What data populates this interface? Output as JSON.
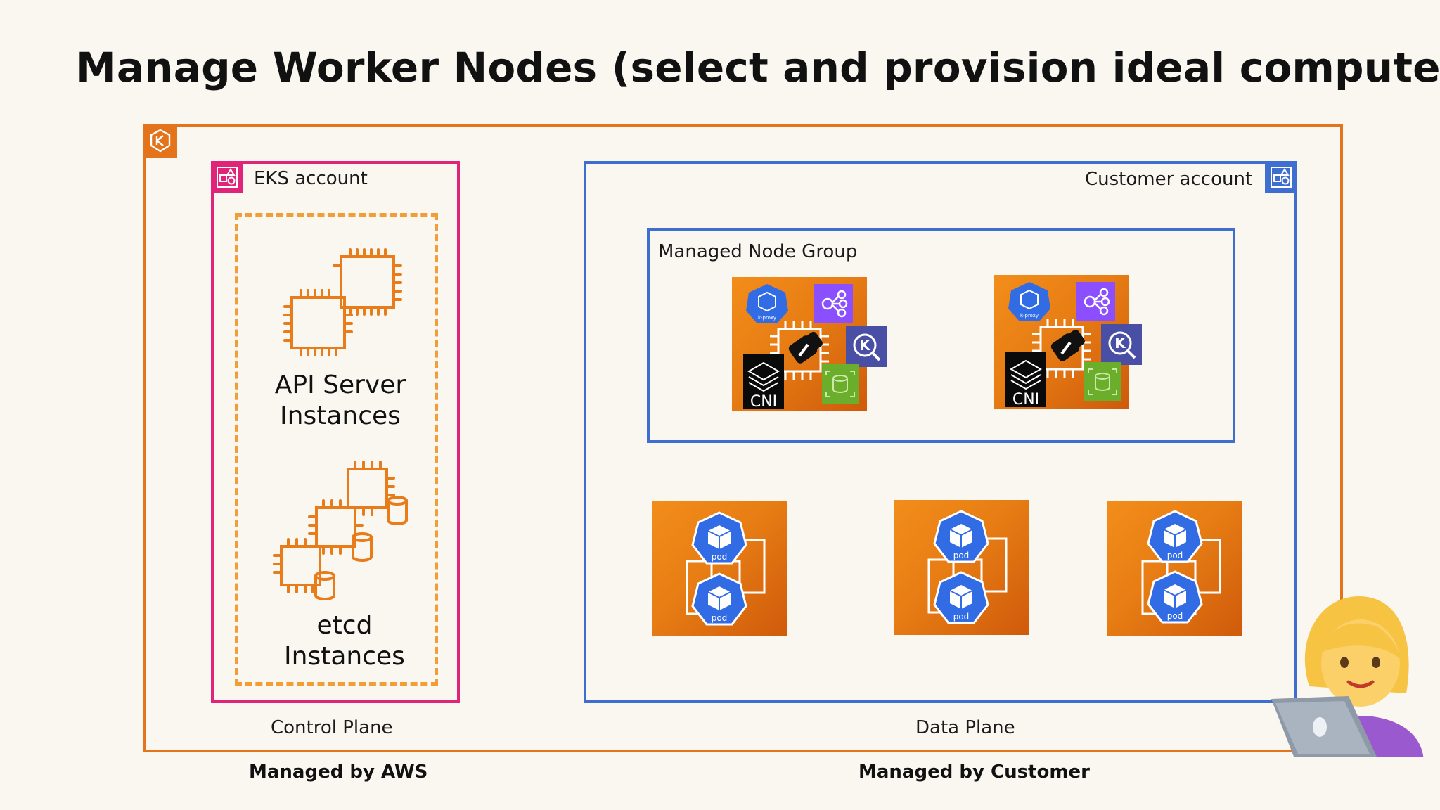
{
  "title": "Manage Worker Nodes (select and provision ideal compute)",
  "eks_account_label": "EKS account",
  "customer_account_label": "Customer account",
  "managed_node_group_label": "Managed Node Group",
  "api_server": {
    "line1": "API Server",
    "line2": "Instances"
  },
  "etcd": {
    "line1": "etcd",
    "line2": "Instances"
  },
  "control_plane_label": "Control Plane",
  "data_plane_label": "Data Plane",
  "managed_by_aws": "Managed by AWS",
  "managed_by_customer": "Managed by Customer",
  "pod_label": "pod",
  "kproxy_label": "k-proxy",
  "cni_label": "CNI",
  "k_letter": "K",
  "colors": {
    "aws_orange": "#e3741c",
    "eks_pink": "#e0247a",
    "customer_blue": "#3e6fd0",
    "k8s_blue": "#326ce5",
    "dashed_orange": "#f29d35"
  },
  "icons": [
    "eks-cloud-icon",
    "eks-account-icon",
    "customer-account-icon",
    "chip-icon",
    "database-icon",
    "kproxy-icon",
    "hub-icon",
    "kubelet-icon",
    "cni-icon",
    "container-icon",
    "pod-icon",
    "person-laptop-icon"
  ]
}
